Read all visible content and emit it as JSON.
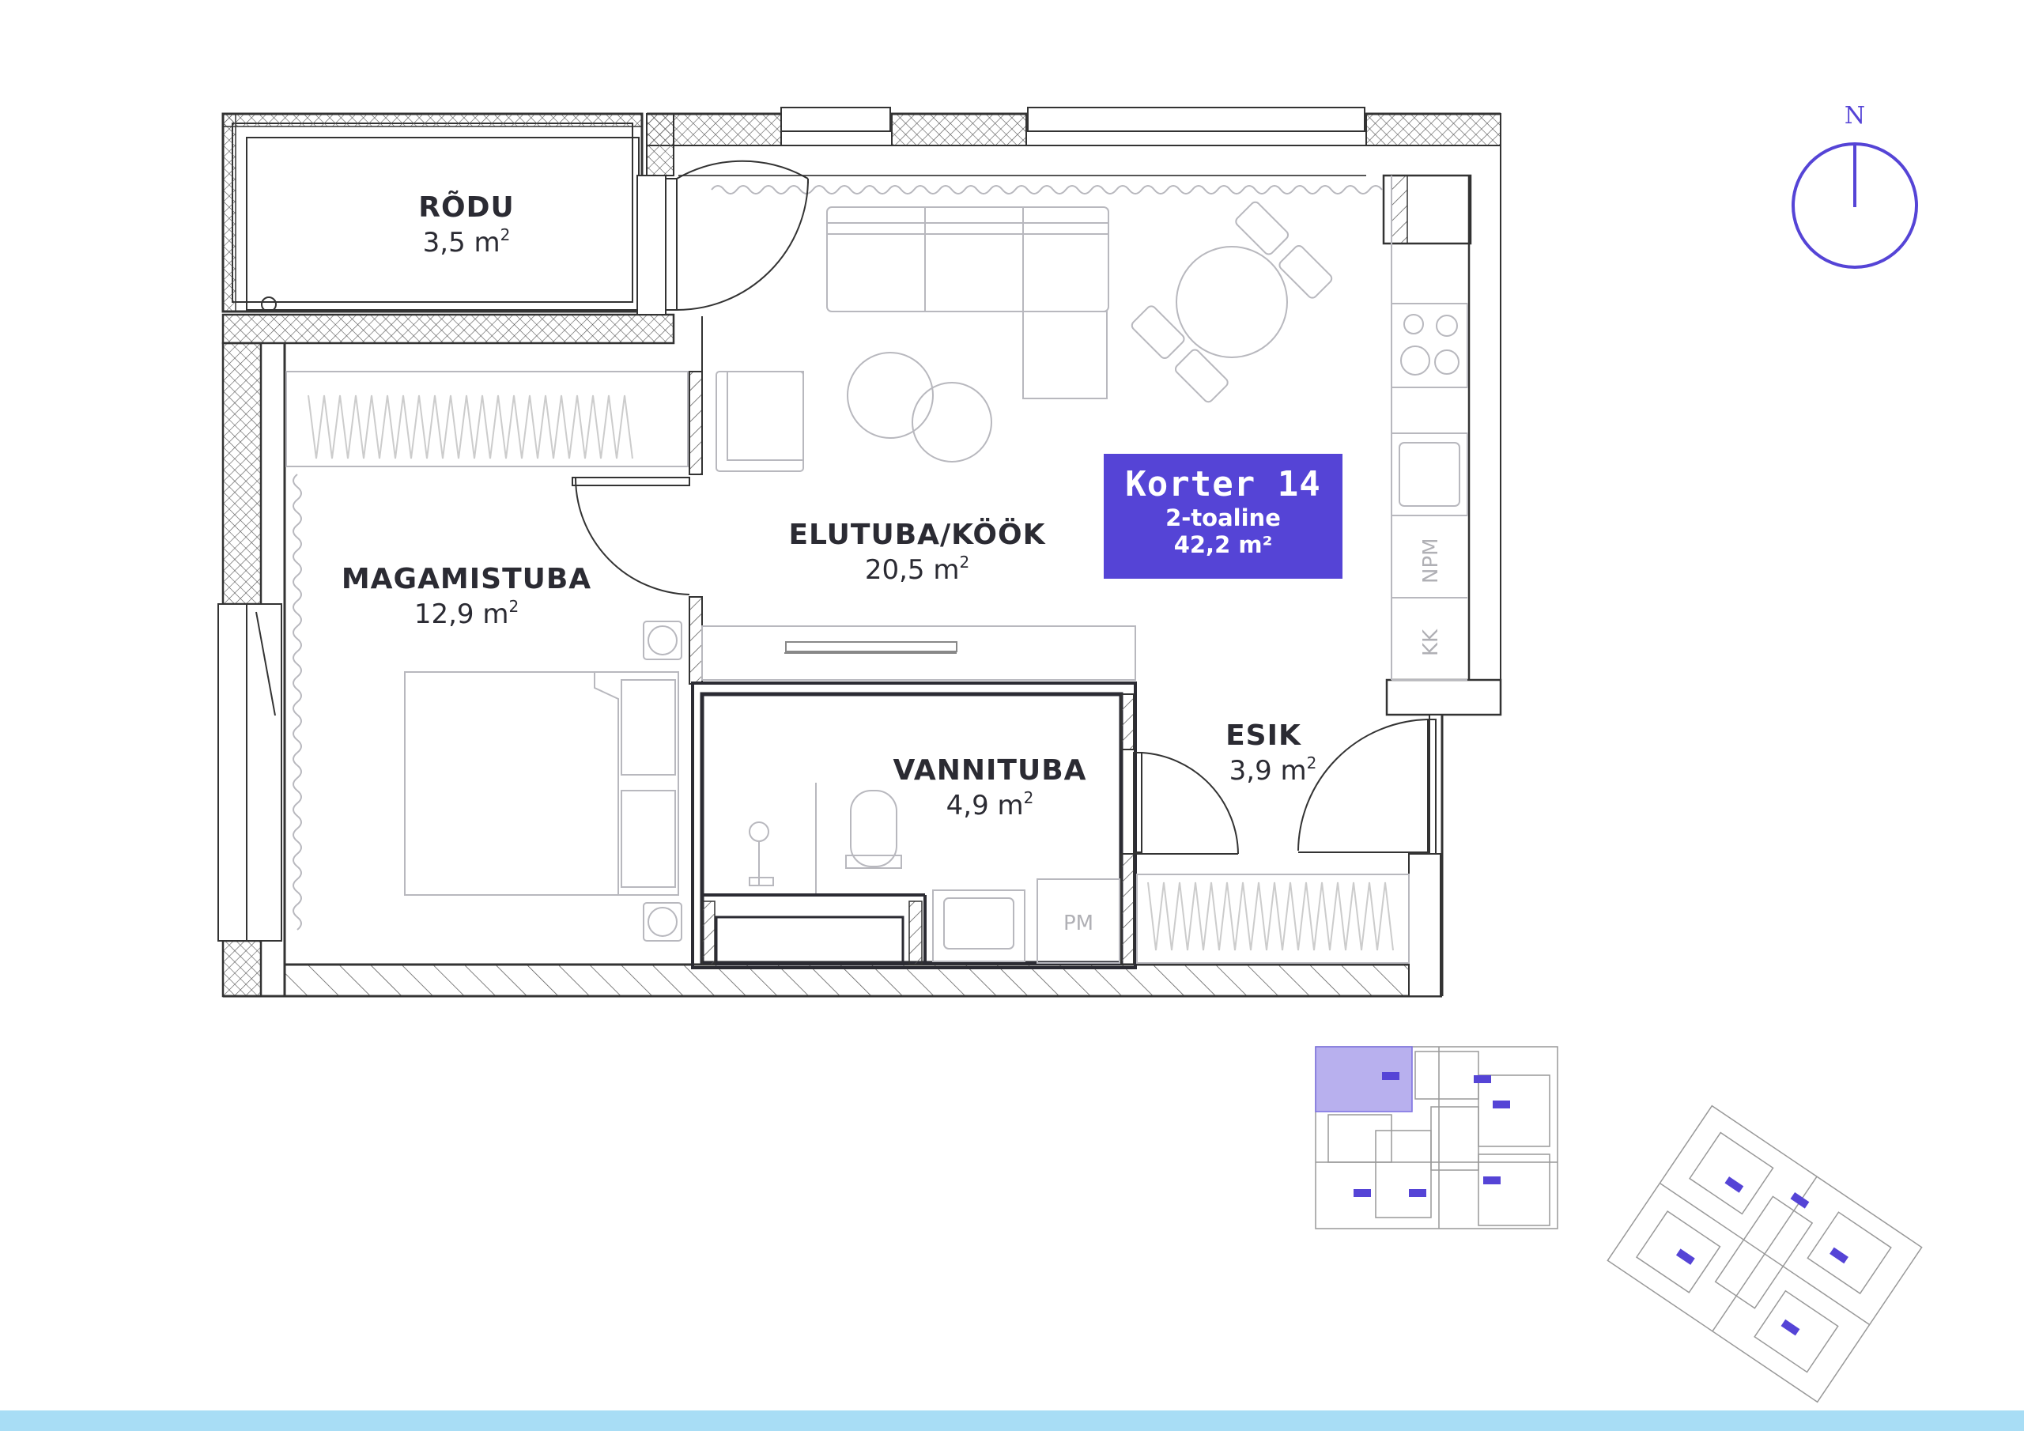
{
  "apartment": {
    "title": "Korter 14",
    "type": "2-toaline",
    "area": "42,2 m²"
  },
  "rooms": {
    "rodu": {
      "name": "RÕDU",
      "area": "3,5 m",
      "unit_sup": "2"
    },
    "elutuba": {
      "name": "ELUTUBA/KÖÖK",
      "area": "20,5 m",
      "unit_sup": "2"
    },
    "magamistuba": {
      "name": "MAGAMISTUBA",
      "area": "12,9 m",
      "unit_sup": "2"
    },
    "vannituba": {
      "name": "VANNITUBA",
      "area": "4,9 m",
      "unit_sup": "2"
    },
    "esik": {
      "name": "ESIK",
      "area": "3,9 m",
      "unit_sup": "2"
    }
  },
  "fixture_labels": {
    "npm": "NPM",
    "kk": "KK",
    "pm": "PM"
  },
  "compass": {
    "label": "N"
  },
  "colors": {
    "accent": "#5544d6",
    "wall": "#2b2b33",
    "furniture": "#b8b8be",
    "footer": "#a8ddf5"
  }
}
